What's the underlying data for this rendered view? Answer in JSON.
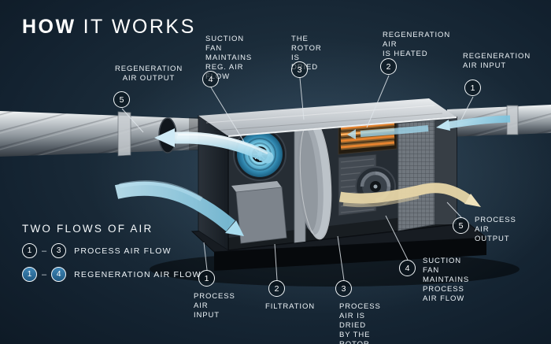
{
  "title": {
    "emphasis": "HOW",
    "rest": "IT WORKS"
  },
  "top_callouts": [
    {
      "num": "5",
      "label": "REGENERATION\nAIR OUTPUT"
    },
    {
      "num": "4",
      "label": "SUCTION FAN\nMAINTAINS\nREG. AIR FLOW"
    },
    {
      "num": "3",
      "label": "THE ROTOR\nIS DRIED"
    },
    {
      "num": "2",
      "label": "REGENERATION AIR\nIS HEATED"
    },
    {
      "num": "1",
      "label": "REGENERATION\nAIR INPUT"
    }
  ],
  "bottom_callouts": [
    {
      "num": "1",
      "label": "PROCESS AIR\nINPUT"
    },
    {
      "num": "2",
      "label": "FILTRATION"
    },
    {
      "num": "3",
      "label": "PROCESS AIR IS DRIED\nBY THE ROTOR"
    },
    {
      "num": "4",
      "label": "SUCTION FAN\nMAINTAINS PROCESS\nAIR FLOW"
    },
    {
      "num": "5",
      "label": "PROCESS AIR\nOUTPUT"
    }
  ],
  "legend": {
    "title": "TWO FLOWS OF AIR",
    "rows": [
      {
        "from": "1",
        "separator": "–",
        "to": "3",
        "label": "PROCESS AIR FLOW",
        "style": "outline"
      },
      {
        "from": "1",
        "separator": "–",
        "to": "4",
        "label": "REGENERATION AIR FLOW",
        "style": "filled"
      }
    ]
  },
  "colors": {
    "background": "#16222c",
    "text": "#eef3f7",
    "callout_circle_border": "#f4f8fa",
    "process_flow_blue": "#9fd6ea",
    "dry_air_beige": "#e9d9ae",
    "heater_orange": "#e5832f",
    "legend_filled_blue": "#2f74a3"
  }
}
